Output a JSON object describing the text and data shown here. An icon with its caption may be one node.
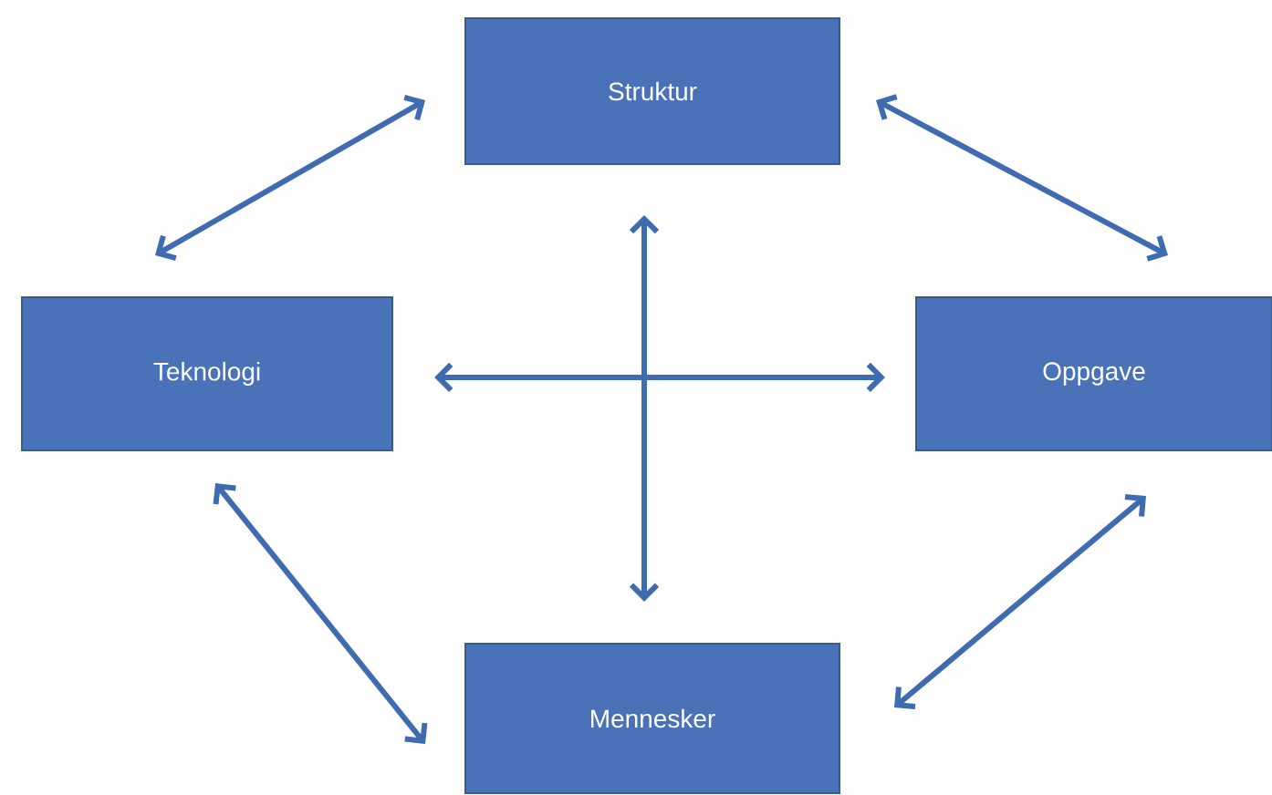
{
  "diagram": {
    "nodes": [
      {
        "text": [
          "Struktur"
        ]
      },
      {
        "text": [
          "Teknologi"
        ]
      },
      {
        "text": [
          "Oppgave"
        ]
      },
      {
        "text": [
          "Mennesker"
        ]
      }
    ],
    "edges": [
      {
        "from": 0,
        "to": 1,
        "arrow": "both"
      },
      {
        "from": 0,
        "to": 2,
        "arrow": "both"
      },
      {
        "from": 1,
        "to": 2,
        "arrow": "both"
      },
      {
        "from": 0,
        "to": 3,
        "arrow": "both"
      },
      {
        "from": 1,
        "to": 3,
        "arrow": "both"
      },
      {
        "from": 2,
        "to": 3,
        "arrow": "both"
      }
    ]
  }
}
